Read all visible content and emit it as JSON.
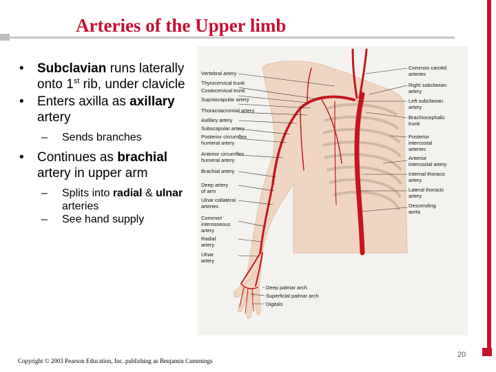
{
  "title": "Arteries of the Upper limb",
  "bullets": {
    "b1_prefix": "Subclavian",
    "b1_rest1": " runs laterally onto 1",
    "b1_sup": "st",
    "b1_rest2": " rib, under clavicle",
    "b2_text": "Enters axilla as ",
    "b2_bold": "axillary",
    "b2_rest": " artery",
    "s1": "Sends branches",
    "b3_text": "Continues as ",
    "b3_bold": "brachial",
    "b3_rest": " artery in  upper arm",
    "s2_text": "Splits into ",
    "s2_bold1": "radial",
    "s2_mid": " & ",
    "s2_bold2": "ulnar",
    "s2_rest": " arteries",
    "s3": "See hand supply"
  },
  "figure": {
    "left_labels": [
      "Vertebral artery",
      "Thyrocervical trunk",
      "Costocervical trunk",
      "Suprascapular artery",
      "Thoracoacromial artery",
      "Axillary artery",
      "Subscapular artery",
      "Posterior circumflex",
      "humeral artery",
      "Anterior circumflex",
      "humeral artery",
      "Brachial artery",
      "Deep artery",
      "of arm",
      "Ulnar collateral",
      "arteries",
      "Common",
      "interosseous",
      "artery",
      "Radial",
      "artery",
      "Ulnar",
      "artery"
    ],
    "right_labels": [
      "Common carotid",
      "arteries",
      "Right subclavian",
      "artery",
      "Left subclavian",
      "artery",
      "Brachiocephalic",
      "trunk",
      "Posterior",
      "intercostal",
      "arteries",
      "Anterior",
      "intercostal artery",
      "Internal thoracic",
      "artery",
      "Lateral thoracic",
      "artery",
      "Descending",
      "aorta"
    ],
    "bottom_labels": [
      "Deep palmar arch",
      "Superficial palmar arch",
      "Digitals"
    ]
  },
  "footer": "Copyright © 2003 Pearson Education, Inc. publishing as Benjamin Cummings",
  "page_number": "20",
  "colors": {
    "title": "#c8102e",
    "accent_bar": "#c8102e",
    "artery": "#c4161c"
  }
}
